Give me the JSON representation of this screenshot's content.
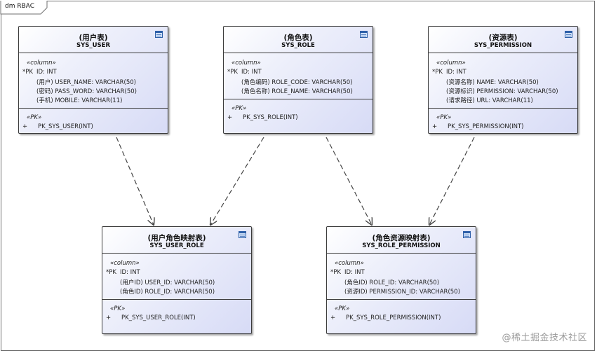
{
  "frame": {
    "label": "dm RBAC"
  },
  "entities": {
    "user": {
      "title": "(用户表)",
      "name": "SYS_USER",
      "column_stereotype": "«column»",
      "columns": [
        {
          "prefix": "*PK",
          "text": "ID: INT"
        },
        {
          "prefix": "",
          "text": "(用户) USER_NAME: VARCHAR(50)"
        },
        {
          "prefix": "",
          "text": "(密码) PASS_WORD: VARCHAR(50)"
        },
        {
          "prefix": "",
          "text": "(手机) MOBILE: VARCHAR(11)"
        }
      ],
      "pk_stereotype": "«PK»",
      "pk": {
        "prefix": "+",
        "text": "PK_SYS_USER(INT)"
      }
    },
    "role": {
      "title": "(角色表)",
      "name": "SYS_ROLE",
      "column_stereotype": "«column»",
      "columns": [
        {
          "prefix": "*PK",
          "text": "ID: INT"
        },
        {
          "prefix": "",
          "text": "(角色编码) ROLE_CODE: VARCHAR(50)"
        },
        {
          "prefix": "",
          "text": "(角色名称) ROLE_NAME: VARCHAR(50)"
        }
      ],
      "pk_stereotype": "«PK»",
      "pk": {
        "prefix": "+",
        "text": "PK_SYS_ROLE(INT)"
      }
    },
    "permission": {
      "title": "(资源表)",
      "name": "SYS_PERMISSION",
      "column_stereotype": "«column»",
      "columns": [
        {
          "prefix": "*PK",
          "text": "ID: INT"
        },
        {
          "prefix": "",
          "text": "(资源名称) NAME: VARCHAR(50)"
        },
        {
          "prefix": "",
          "text": "(资源标识) PERMISSION: VARCHAR(50)"
        },
        {
          "prefix": "",
          "text": "(请求路径) URL: VARCHAR(11)"
        }
      ],
      "pk_stereotype": "«PK»",
      "pk": {
        "prefix": "+",
        "text": "PK_SYS_PERMISSION(INT)"
      }
    },
    "user_role": {
      "title": "(用户角色映射表)",
      "name": "SYS_USER_ROLE",
      "column_stereotype": "«column»",
      "columns": [
        {
          "prefix": "*PK",
          "text": "ID: INT"
        },
        {
          "prefix": "",
          "text": "(用户ID) USER_ID: VARCHAR(50)"
        },
        {
          "prefix": "",
          "text": "(角色ID) ROLE_ID: VARCHAR(50)"
        }
      ],
      "pk_stereotype": "«PK»",
      "pk": {
        "prefix": "+",
        "text": "PK_SYS_USER_ROLE(INT)"
      }
    },
    "role_permission": {
      "title": "(角色资源映射表)",
      "name": "SYS_ROLE_PERMISSION",
      "column_stereotype": "«column»",
      "columns": [
        {
          "prefix": "*PK",
          "text": "ID: INT"
        },
        {
          "prefix": "",
          "text": "(角色ID) ROLE_ID: VARCHAR(50)"
        },
        {
          "prefix": "",
          "text": "(资源ID) PERMISSION_ID: VARCHAR(50)"
        }
      ],
      "pk_stereotype": "«PK»",
      "pk": {
        "prefix": "+",
        "text": "PK_SYS_ROLE_PERMISSION(INT)"
      }
    }
  },
  "relationships": [
    {
      "from": "SYS_USER",
      "to": "SYS_USER_ROLE"
    },
    {
      "from": "SYS_ROLE",
      "to": "SYS_USER_ROLE"
    },
    {
      "from": "SYS_ROLE",
      "to": "SYS_ROLE_PERMISSION"
    },
    {
      "from": "SYS_PERMISSION",
      "to": "SYS_ROLE_PERMISSION"
    }
  ],
  "watermark": "@稀土掘金技术社区"
}
